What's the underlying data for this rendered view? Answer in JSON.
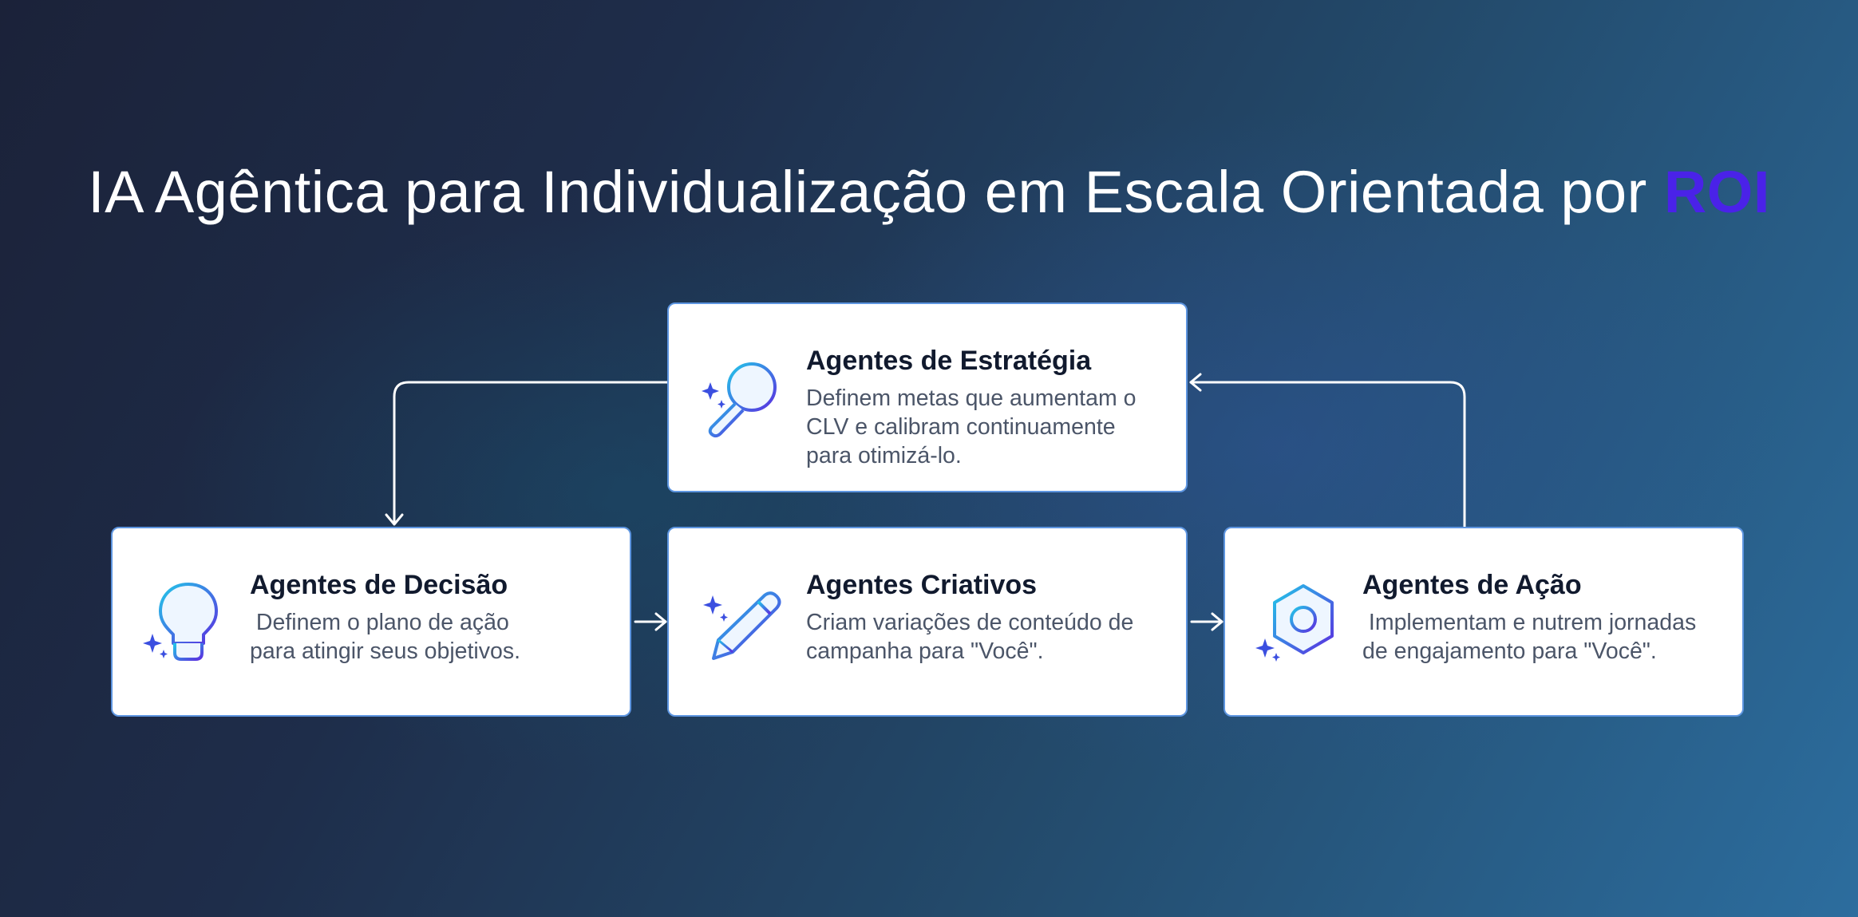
{
  "title": {
    "main": "IA Agêntica para Individualização em Escala Orientada por ",
    "accent": "ROI"
  },
  "colors": {
    "accent": "#4a22e8",
    "card_border": "#5d95e0",
    "icon_gradient_start": "#22c8e8",
    "icon_gradient_end": "#5b2ee0",
    "connector": "#ffffff"
  },
  "cards": {
    "strategy": {
      "title": "Agentes de Estratégia",
      "description": "Definem metas que aumentam o\nCLV e calibram continuamente\npara otimizá-lo.",
      "icon": "magnifier-sparkle-icon"
    },
    "decision": {
      "title": "Agentes de Decisão",
      "description": " Definem o plano de ação\npara atingir seus objetivos.",
      "icon": "lightbulb-sparkle-icon"
    },
    "creative": {
      "title": "Agentes Criativos",
      "description": "Criam variações de conteúdo de\ncampanha para \"Você\".",
      "icon": "pencil-sparkle-icon"
    },
    "action": {
      "title": "Agentes de Ação",
      "description": " Implementam e nutrem jornadas\nde engajamento para \"Você\".",
      "icon": "hexagon-nut-sparkle-icon"
    }
  }
}
